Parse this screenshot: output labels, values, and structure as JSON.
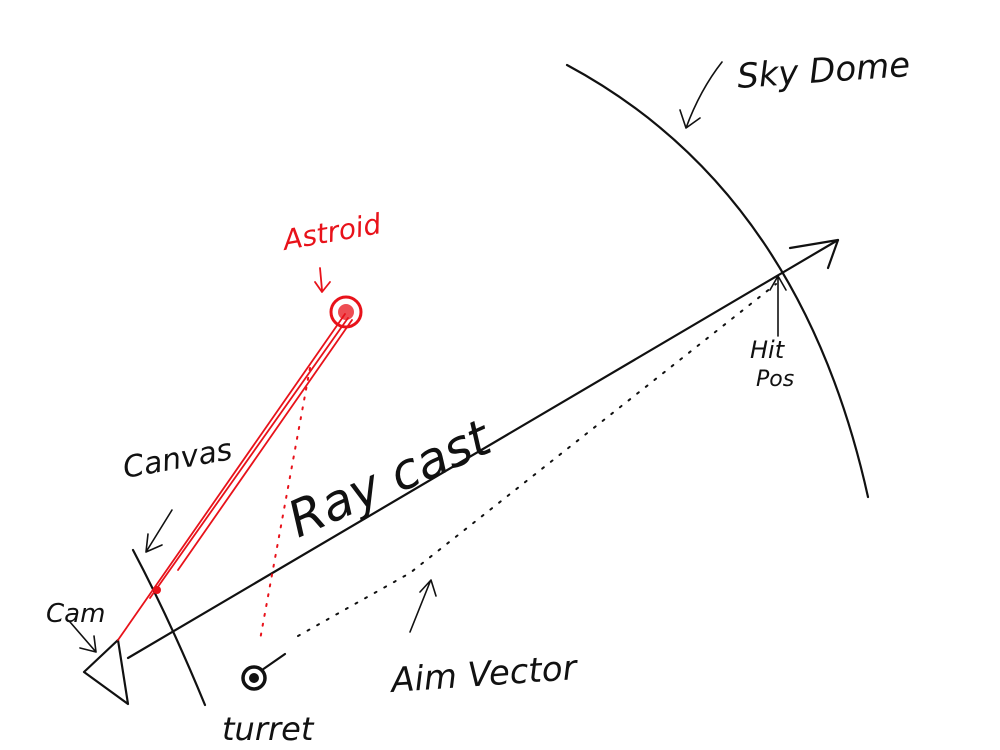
{
  "labels": {
    "sky_dome": "Sky Dome",
    "asteroid": "Astroid",
    "canvas": "Canvas",
    "cam": "Cam",
    "ray_cast": "Ray cast",
    "hit_pos_line1": "Hit",
    "hit_pos_line2": "Pos",
    "aim_vector": "Aim Vector",
    "turret": "turret"
  },
  "colors": {
    "ink": "#111111",
    "asteroid_red": "#e8121a",
    "background": "#ffffff"
  }
}
